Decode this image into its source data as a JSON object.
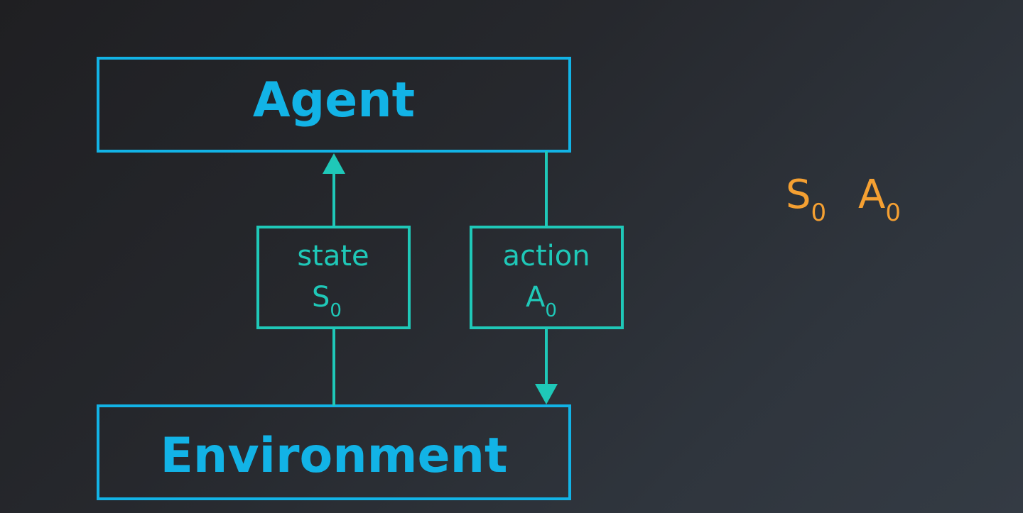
{
  "agent_label": "Agent",
  "environment_label": "Environment",
  "state_box": {
    "label": "state",
    "symbol": "S",
    "subscript": "0"
  },
  "action_box": {
    "label": "action",
    "symbol": "A",
    "subscript": "0"
  },
  "sequence": {
    "items": [
      {
        "symbol": "S",
        "subscript": "0"
      },
      {
        "symbol": "A",
        "subscript": "0"
      }
    ]
  },
  "colors": {
    "main_box": "#12b3e6",
    "connector": "#1fc8b8",
    "sequence": "#f5a032"
  }
}
